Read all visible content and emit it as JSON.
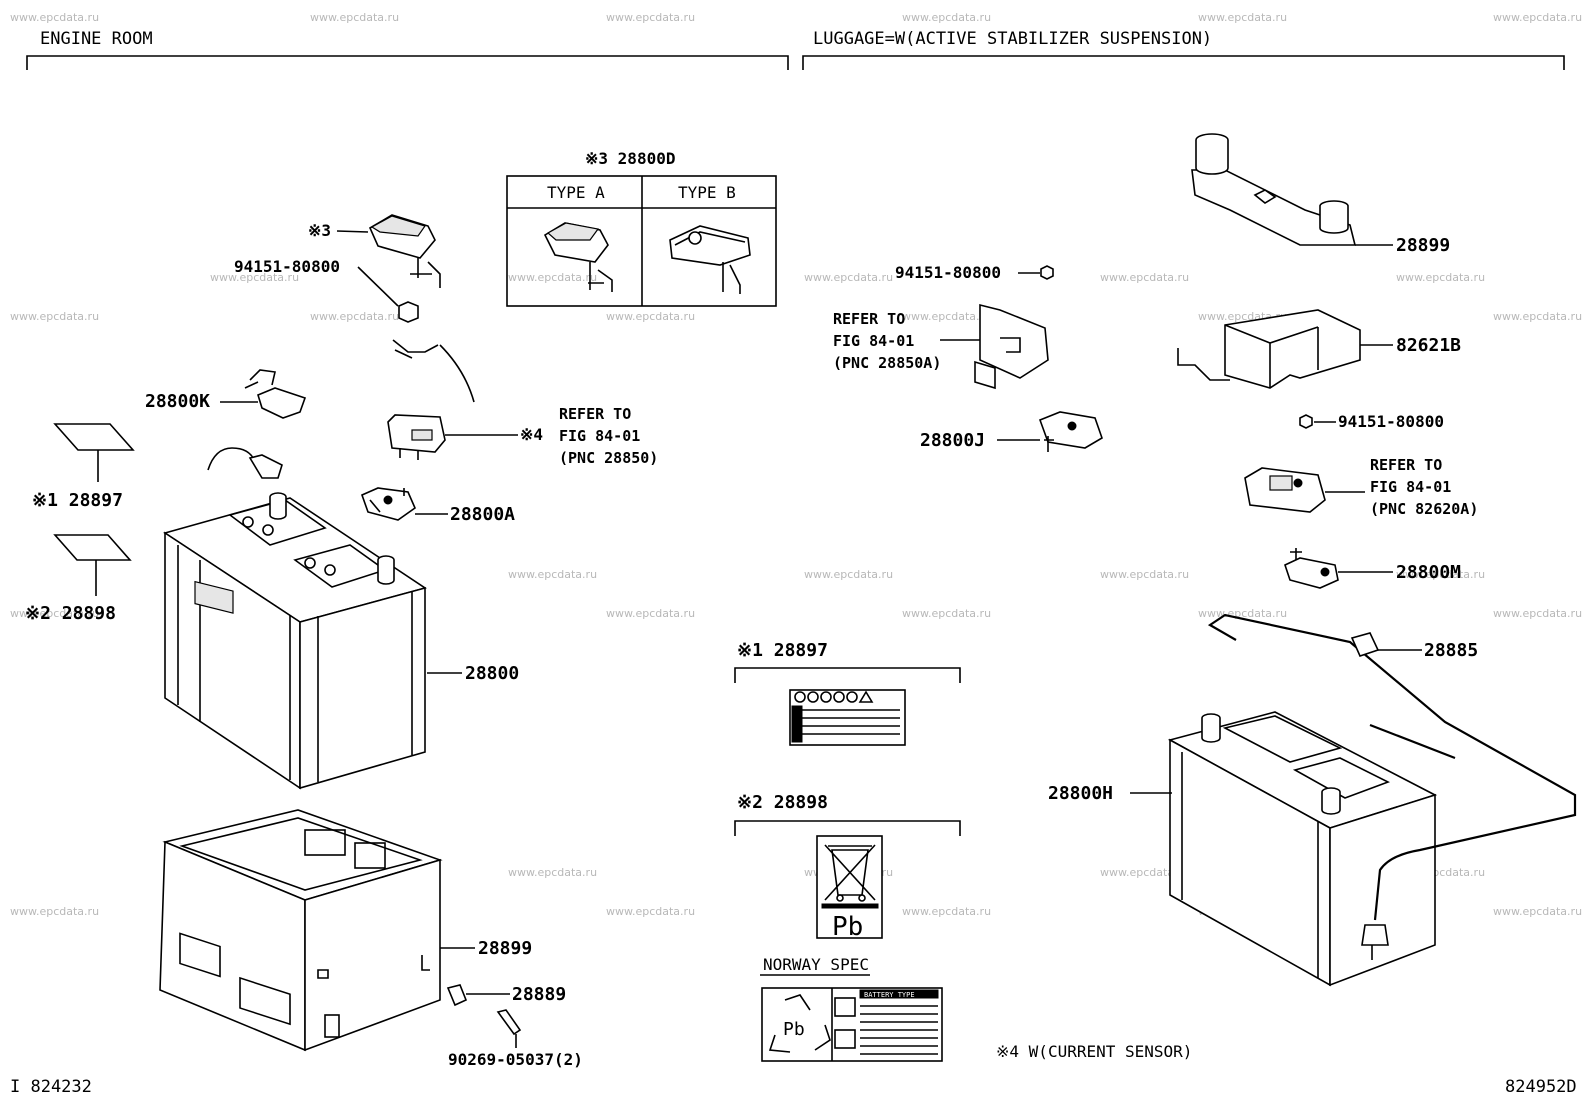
{
  "sections": {
    "engine_room": "ENGINE ROOM",
    "luggage": "LUGGAGE=W(ACTIVE STABILIZER SUSPENSION)"
  },
  "watermark": "www.epcdata.ru",
  "type_table": {
    "title": "※3 28800D",
    "type_a": "TYPE A",
    "type_b": "TYPE B"
  },
  "parts": {
    "p_note3_cover": "※3",
    "p_94151_left": "94151-80800",
    "p_28800k": "28800K",
    "p_note4_sensor": "※4",
    "p_refer_left_1": "REFER TO",
    "p_refer_left_2": "FIG 84-01",
    "p_refer_left_3": "(PNC 28850)",
    "p_28800a": "28800A",
    "p_28897_left": "※1 28897",
    "p_28898_left": "※2 28898",
    "p_28800": "28800",
    "p_28899_left": "28899",
    "p_28889": "28889",
    "p_90269": "90269-05037(2)",
    "p_28899_right": "28899",
    "p_94151_mid": "94151-80800",
    "p_refer_mid_1": "REFER TO",
    "p_refer_mid_2": "FIG 84-01",
    "p_refer_mid_3": "(PNC 28850A)",
    "p_82621b": "82621B",
    "p_94151_right": "94151-80800",
    "p_28800j": "28800J",
    "p_refer_right_1": "REFER TO",
    "p_refer_right_2": "FIG 84-01",
    "p_refer_right_3": "(PNC 82620A)",
    "p_28800m": "28800M",
    "p_28885": "28885",
    "p_28800h": "28800H"
  },
  "labels": {
    "label1_title": "※1  28897",
    "label2_title": "※2  28898",
    "norway": "NORWAY SPEC",
    "pb": "Pb",
    "apb": "Pb",
    "battery_type": "BATTERY TYPE",
    "note4": "※4  W(CURRENT SENSOR)"
  },
  "footer": {
    "left": "I  824232",
    "right": "824952D"
  }
}
